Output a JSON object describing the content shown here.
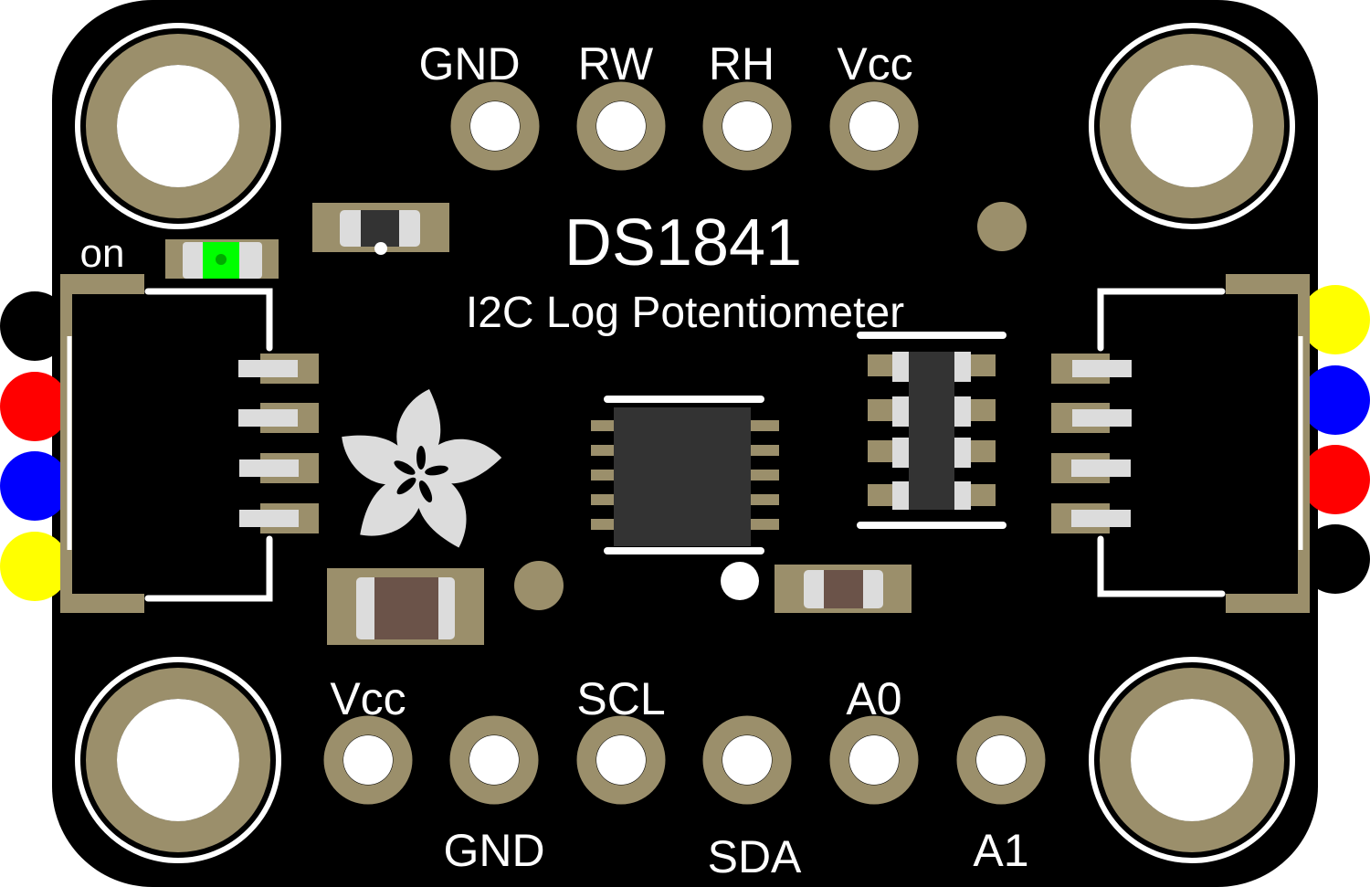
{
  "board": {
    "title": "DS1841",
    "subtitle": "I2C Log Potentiometer",
    "led_label": "on",
    "top_pins": [
      "GND",
      "RW",
      "RH",
      "Vcc"
    ],
    "bottom_pins": [
      "Vcc",
      "GND",
      "SCL",
      "SDA",
      "A0",
      "A1"
    ]
  },
  "colors": {
    "board": "#000000",
    "pad": "#9b8f6b",
    "silk": "#ffffff",
    "component": "#dcdcdc",
    "ic_body": "#333333",
    "led": "#00ff00",
    "cap": "#6b5349",
    "wire_black": "#000000",
    "wire_red": "#ff0000",
    "wire_blue": "#0000ff",
    "wire_yellow": "#ffff00"
  }
}
